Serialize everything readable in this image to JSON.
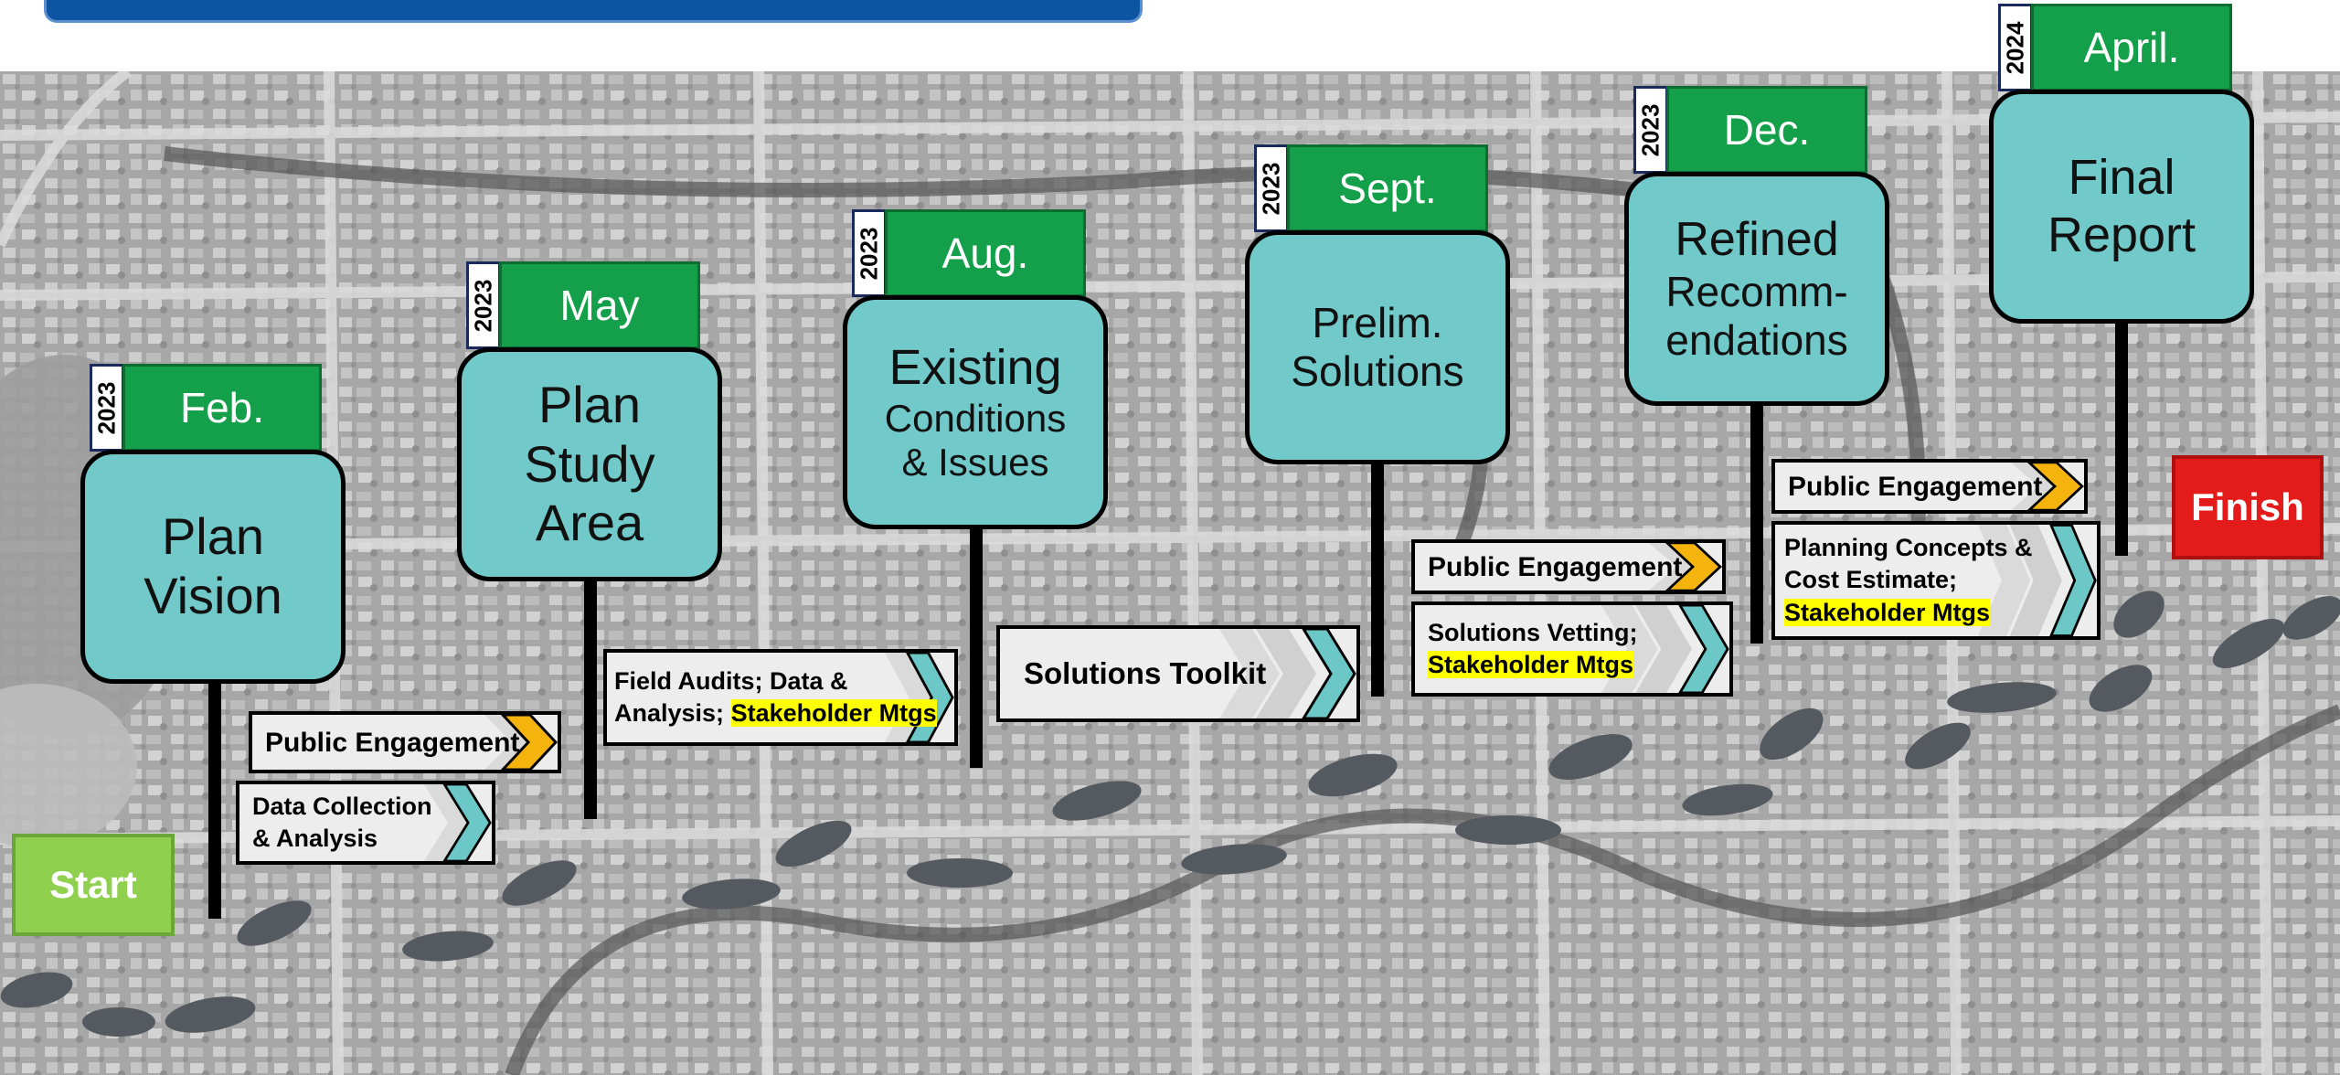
{
  "milestones": [
    {
      "year": "2023",
      "month": "Feb.",
      "title_lines": [
        "Plan",
        "Vision"
      ]
    },
    {
      "year": "2023",
      "month": "May",
      "title_lines": [
        "Plan",
        "Study",
        "Area"
      ]
    },
    {
      "year": "2023",
      "month": "Aug.",
      "title_lines": [
        "Existing",
        "Conditions",
        "& Issues"
      ]
    },
    {
      "year": "2023",
      "month": "Sept.",
      "title_lines": [
        "Prelim.",
        "Solutions"
      ]
    },
    {
      "year": "2023",
      "month": "Dec.",
      "title_lines": [
        "Refined",
        "Recomm-",
        "endations"
      ]
    },
    {
      "year": "2024",
      "month": "April.",
      "title_lines": [
        "Final",
        "Report"
      ]
    }
  ],
  "tasks": {
    "public_engagement_1": "Public Engagement",
    "data_collection_1": "Data Collection",
    "data_collection_2": "& Analysis",
    "field_audits_1": "Field Audits; Data &",
    "field_audits_2": "Analysis; ",
    "field_audits_hl": "Stakeholder Mtgs",
    "solutions_toolkit": "Solutions Toolkit",
    "public_engagement_2": "Public Engagement",
    "vetting_1": "Solutions Vetting;",
    "vetting_hl": "Stakeholder Mtgs",
    "public_engagement_3": "Public Engagement",
    "concepts_1": "Planning Concepts &",
    "concepts_2": "Cost Estimate;",
    "concepts_hl": "Stakeholder Mtgs"
  },
  "start_label": "Start",
  "finish_label": "Finish",
  "colors": {
    "header": "#0b55a3",
    "month_tab": "#14a04a",
    "sign": "#72c9c9",
    "engagement_chevron": "#f5b30e",
    "task_chevron": "#6cc7c7",
    "highlight": "#ffff00",
    "start": "#8fd14f",
    "finish": "#e41b1b"
  }
}
